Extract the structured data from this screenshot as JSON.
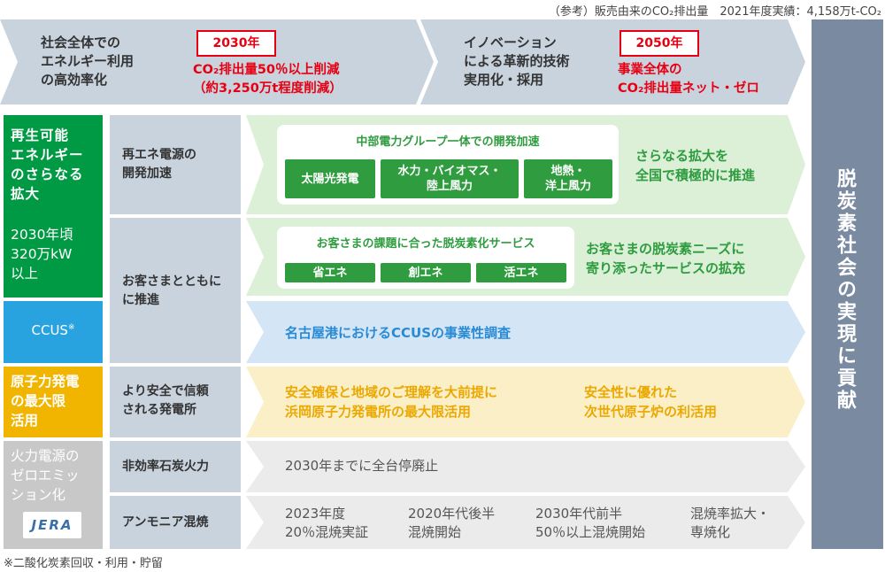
{
  "note_top": "（参考）販売由来のCO₂排出量　2021年度実績：4,158万t-CO₂",
  "footnote": "※二酸化炭素回収・利用・貯留",
  "header": {
    "left": {
      "label": "社会全体での\nエネルギー利用\nの高効率化",
      "year": "2030年",
      "target": "CO₂排出量50％以上削減\n（約3,250万t程度削減）"
    },
    "right": {
      "label": "イノベーション\nによる革新的技術\n実用化・採用",
      "year": "2050年",
      "target": "事業全体の\nCO₂排出量ネット・ゼロ"
    }
  },
  "goal": "脱炭素社会の実現に貢献",
  "categories": {
    "renewable": {
      "label": "再生可能\nエネルギー\nのさらなる\n拡大",
      "target": "2030年頃\n320万kW\n以上"
    },
    "ccus": {
      "label": "CCUS",
      "mark": "※"
    },
    "nuclear": {
      "label": "原子力発電\nの最大限\n活用"
    },
    "thermal": {
      "label": "火力電源の\nゼロエミッ\nション化",
      "logo": "JERA"
    }
  },
  "rows": {
    "renewable_dev": {
      "sub": "再エネ電源の\n開発加速",
      "card_title": "中部電力グループ一体での開発加速",
      "pills": [
        "太陽光発電",
        "水力・バイオマス・\n陸上風力",
        "地熱・\n洋上風力"
      ],
      "result": "さらなる拡大を\n全国で積極的に推進"
    },
    "customer": {
      "sub": "お客さまとともに\nに推進",
      "card_title": "お客さまの課題に合った脱炭素化サービス",
      "pills": [
        "省エネ",
        "創エネ",
        "活エネ"
      ],
      "result": "お客さまの脱炭素ニーズに\n寄り添ったサービスの拡充"
    },
    "ccus": {
      "text": "名古屋港におけるCCUSの事業性調査"
    },
    "nuclear": {
      "sub": "より安全で信頼\nされる発電所",
      "text1": "安全確保と地域のご理解を大前提に\n浜岡原子力発電所の最大限活用",
      "text2": "安全性に優れた\n次世代原子炉の利活用"
    },
    "coal": {
      "sub": "非効率石炭火力",
      "text": "2030年までに全台停廃止"
    },
    "ammonia": {
      "sub": "アンモニア混焼",
      "steps": [
        "2023年度\n20％混焼実証",
        "2020年代後半\n混焼開始",
        "2030年代前半\n50％以上混焼開始",
        "混焼率拡大・\n専焼化"
      ]
    }
  },
  "colors": {
    "header_bg": "#c9d3de",
    "goal_bg": "#7a8aa0",
    "green": "#009a44",
    "ccus_blue": "#29a3e0",
    "yellow": "#f1b500",
    "gray": "#c8c8c8",
    "light_green": "#dcefd7",
    "light_blue": "#d4e6f6",
    "light_yellow": "#fbefc8",
    "light_gray": "#ebebeb",
    "sub_bg": "#c9d3de",
    "red": "#e60012"
  }
}
